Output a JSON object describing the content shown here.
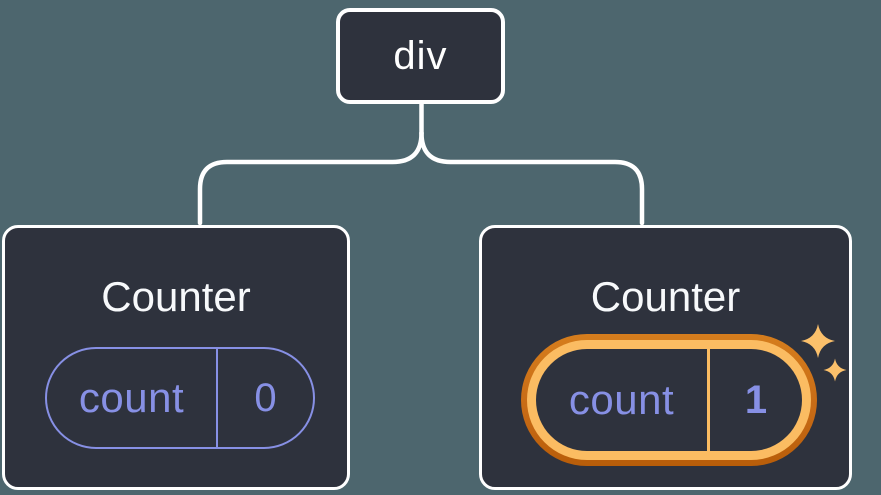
{
  "theme": {
    "background": "#4d666e",
    "node_fill": "#2e323d",
    "line_color": "#ffffff",
    "state_accent": "#8790e5",
    "highlight_outer": "#c76a15",
    "highlight_inner": "#fbbc62",
    "sparkle_color": "#fbc06b"
  },
  "root_node": {
    "label": "div"
  },
  "counters": [
    {
      "title": "Counter",
      "state_key": "count",
      "state_value": "0",
      "highlighted": false
    },
    {
      "title": "Counter",
      "state_key": "count",
      "state_value": "1",
      "highlighted": true
    }
  ]
}
